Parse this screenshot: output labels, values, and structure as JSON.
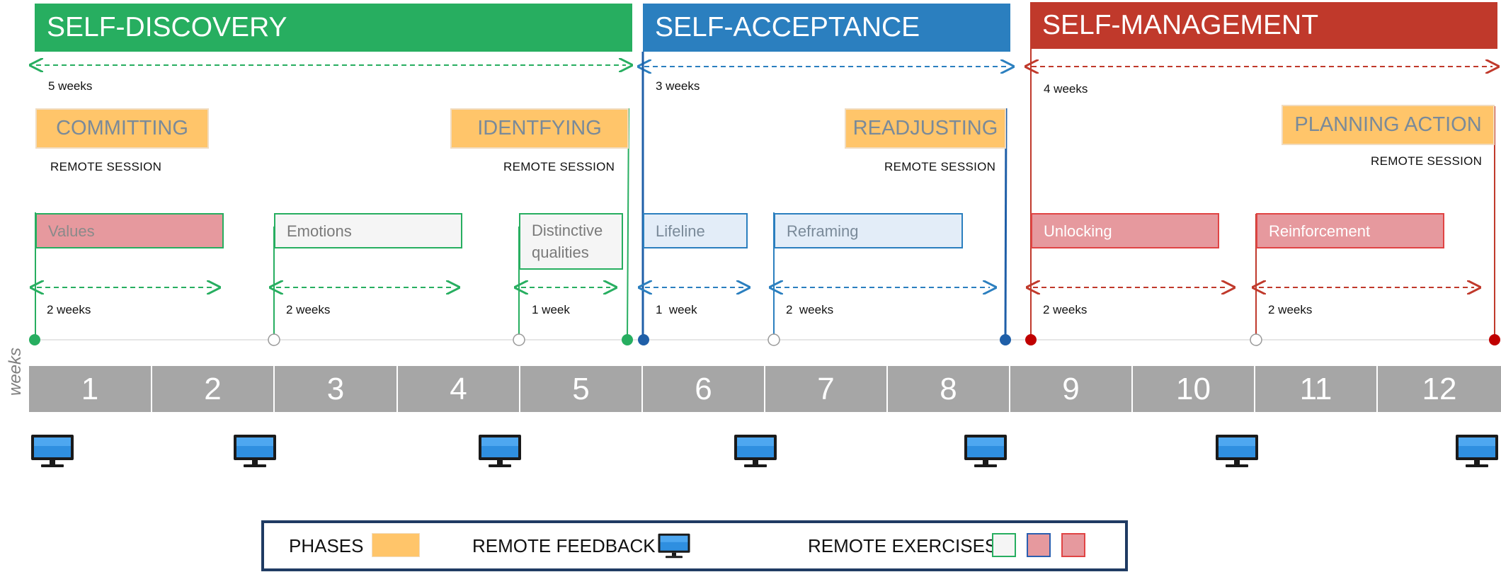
{
  "phases": [
    {
      "title": "SELF-DISCOVERY",
      "color": "#27ae60",
      "duration": "5 weeks"
    },
    {
      "title": "SELF-ACCEPTANCE",
      "color": "#2b7fbf",
      "duration": "3 weeks"
    },
    {
      "title": "SELF-MANAGEMENT",
      "color": "#c0392b",
      "duration": "4 weeks"
    }
  ],
  "steps": [
    {
      "label": "COMMITTING",
      "note": "REMOTE SESSION"
    },
    {
      "label": "IDENTFYING",
      "note": "REMOTE SESSION"
    },
    {
      "label": "READJUSTING",
      "note": "REMOTE SESSION"
    },
    {
      "label": "PLANNING ACTION",
      "note": "REMOTE SESSION"
    }
  ],
  "exercises": [
    {
      "label": "Values",
      "duration": "2 weeks"
    },
    {
      "label": "Emotions",
      "duration": "2 weeks"
    },
    {
      "label": "Distinctive qualities",
      "duration": "1 week"
    },
    {
      "label": "Lifeline",
      "duration": "1  week"
    },
    {
      "label": "Reframing",
      "duration": "2  weeks"
    },
    {
      "label": "Unlocking",
      "duration": "2 weeks"
    },
    {
      "label": "Reinforcement",
      "duration": "2 weeks"
    }
  ],
  "timeline": {
    "axis_label": "weeks",
    "weeks": [
      "1",
      "2",
      "3",
      "4",
      "5",
      "6",
      "7",
      "8",
      "9",
      "10",
      "11",
      "12"
    ],
    "remote_feedback_icon": "monitor-icon"
  },
  "legend": {
    "phases_label": "PHASES",
    "feedback_label": "REMOTE FEEDBACK",
    "exercises_label": "REMOTE EXERCISES"
  },
  "colors": {
    "phase_box": "#ffc56a",
    "green": "#27ae60",
    "blue": "#2b7fbf",
    "red": "#c0392b",
    "week_bar": "#a6a6a6"
  }
}
